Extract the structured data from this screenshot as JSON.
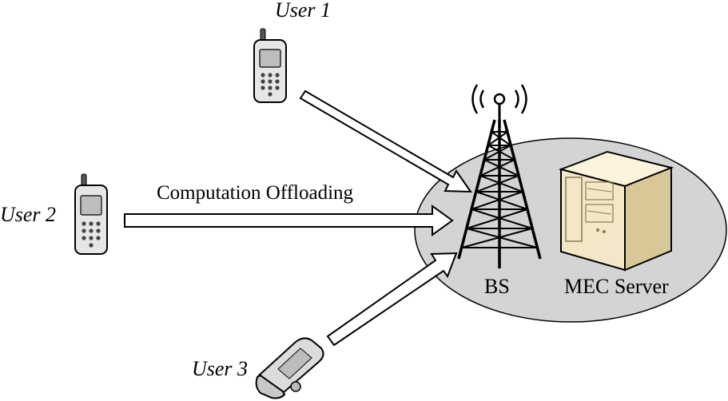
{
  "users": [
    {
      "label": "User 1"
    },
    {
      "label": "User 2"
    },
    {
      "label": "User 3"
    }
  ],
  "arrow_label": "Computation Offloading",
  "bs_label": "BS",
  "server_label": "MEC Server",
  "icons": {
    "phone": "mobile-phone-icon",
    "flip_phone": "flip-phone-icon",
    "tower": "cell-tower-icon",
    "server": "server-icon"
  },
  "colors": {
    "ellipse_fill": "#d4d4d4",
    "server_body": "#f3e7c8",
    "server_edge": "#8a7a55",
    "arrow_fill": "#ffffff",
    "stroke": "#000000"
  }
}
